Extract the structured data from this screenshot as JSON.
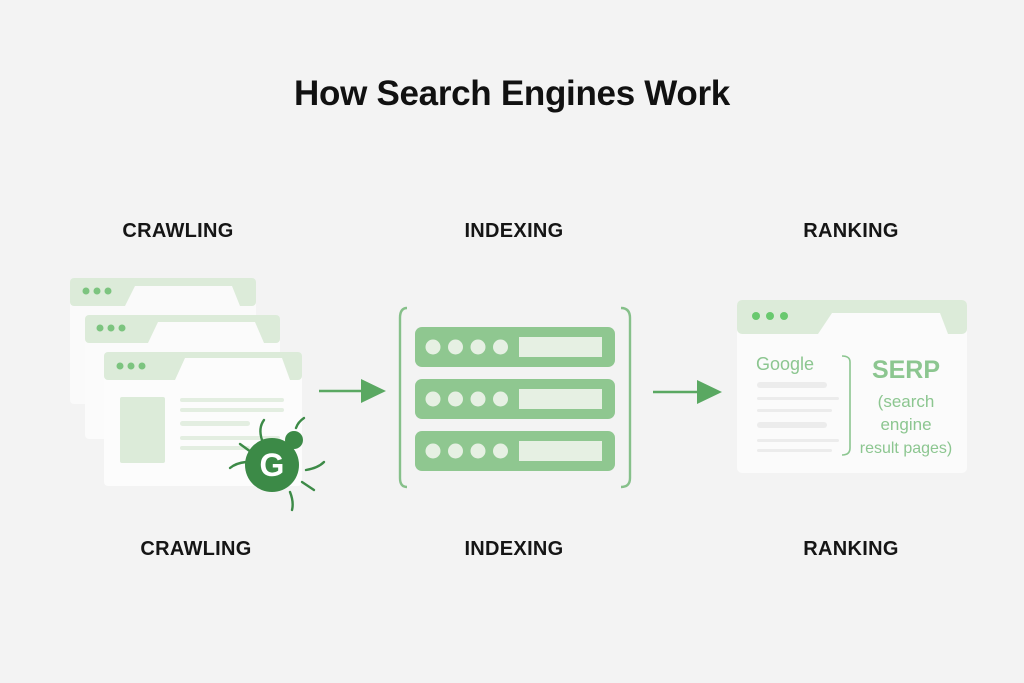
{
  "title": "How Search Engines Work",
  "stages": [
    {
      "top_label": "CRAWLING",
      "bottom_label": "CRAWLING",
      "icon": "browser-windows-with-crawler-bug"
    },
    {
      "top_label": "INDEXING",
      "bottom_label": "INDEXING",
      "icon": "server-rack"
    },
    {
      "top_label": "RANKING",
      "bottom_label": "RANKING",
      "icon": "serp-browser-window"
    }
  ],
  "serp": {
    "brand": "Google",
    "heading": "SERP",
    "desc_lines": [
      "(search",
      "engine",
      "result pages)"
    ]
  },
  "bug_letter": "G",
  "colors": {
    "accent": "#4f9e5a",
    "light_green": "#dcebd9",
    "server": "#8fc790",
    "bug": "#3c8a47",
    "text": "#111111"
  }
}
